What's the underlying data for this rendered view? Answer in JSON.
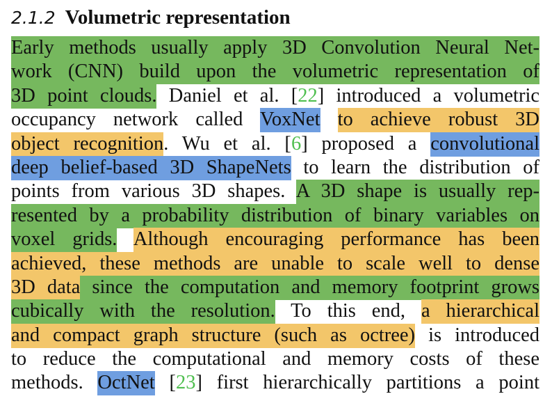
{
  "section": {
    "number": "2.1.2",
    "title": "Volumetric representation"
  },
  "lines": [
    [
      {
        "t": "Early methods usually apply 3D Convolution Neural Net-",
        "h": "green"
      }
    ],
    [
      {
        "t": "work (CNN) build upon the volumetric representation of",
        "h": "green"
      }
    ],
    [
      {
        "t": "3D point clouds.",
        "h": "green"
      },
      {
        "t": " Daniel et al. ["
      },
      {
        "t": "22",
        "cite": true
      },
      {
        "t": "] introduced a volumetric"
      }
    ],
    [
      {
        "t": "occupancy network called "
      },
      {
        "t": "VoxNet",
        "h": "blue"
      },
      {
        "t": " "
      },
      {
        "t": "to achieve robust 3D",
        "h": "orange"
      }
    ],
    [
      {
        "t": "object recognition",
        "h": "orange"
      },
      {
        "t": ". Wu et al. ["
      },
      {
        "t": "6",
        "cite": true
      },
      {
        "t": "] proposed a "
      },
      {
        "t": "convolutional",
        "h": "blue"
      }
    ],
    [
      {
        "t": "deep belief-based 3D ShapeNets",
        "h": "blue"
      },
      {
        "t": " to learn the distribution of"
      }
    ],
    [
      {
        "t": "points from various 3D shapes. "
      },
      {
        "t": "A 3D shape is usually rep-",
        "h": "green"
      }
    ],
    [
      {
        "t": "resented by a probability distribution of binary variables on",
        "h": "green"
      }
    ],
    [
      {
        "t": "voxel grids.",
        "h": "green"
      },
      {
        "t": " "
      },
      {
        "t": "Although encouraging performance has been",
        "h": "orange"
      }
    ],
    [
      {
        "t": "achieved, these methods are unable to scale well to dense",
        "h": "orange"
      }
    ],
    [
      {
        "t": "3D data",
        "h": "orange"
      },
      {
        "t": " since the computation and memory footprint grows",
        "h": "green"
      }
    ],
    [
      {
        "t": "cubically with the resolution.",
        "h": "green"
      },
      {
        "t": " To this end, "
      },
      {
        "t": "a hierarchical",
        "h": "orange"
      }
    ],
    [
      {
        "t": "and compact graph structure (such as octree)",
        "h": "orange"
      },
      {
        "t": " is introduced"
      }
    ],
    [
      {
        "t": "to reduce the computational and memory costs of these"
      }
    ],
    [
      {
        "t": "methods. "
      },
      {
        "t": "OctNet",
        "h": "blue"
      },
      {
        "t": " ["
      },
      {
        "t": "23",
        "cite": true
      },
      {
        "t": "] first hierarchically partitions a point"
      }
    ]
  ],
  "colors": {
    "green": "#76b85e",
    "orange": "#f3c66a",
    "blue": "#6f9ee0",
    "citation": "#4fbf4f"
  }
}
